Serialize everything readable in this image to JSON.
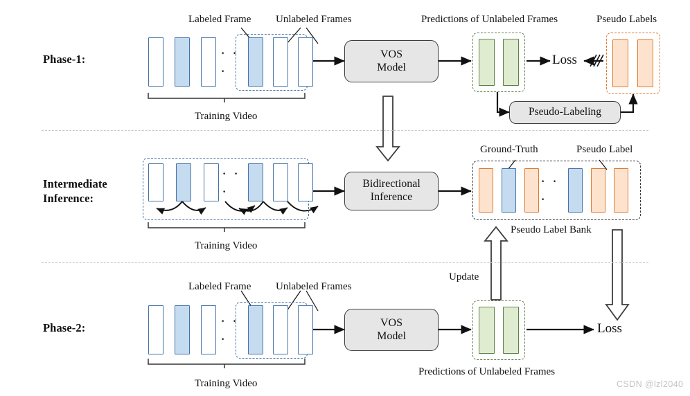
{
  "figure": {
    "watermark": "CSDN @lzl2040",
    "ellipsis": "· · ·"
  },
  "colors": {
    "frame_blue_border": "#4472a8",
    "frame_blue_fill": "#c5dbf0",
    "frame_white_fill": "#ffffff",
    "pred_green_border": "#5e8049",
    "pred_green_fill": "#dfeccf",
    "pseudo_orange_border": "#e0782a",
    "pseudo_orange_fill": "#fde3ce",
    "process_box_fill": "#e6e6e6",
    "process_box_border": "#3c3c3c",
    "divider": "#c9c9c9",
    "watermark": "#c3c3c3"
  },
  "phase1": {
    "label": "Phase-1:",
    "caption_labeled": "Labeled Frame",
    "caption_unlabeled": "Unlabeled Frames",
    "caption_training_video": "Training Video",
    "caption_predictions": "Predictions of Unlabeled Frames",
    "caption_pseudo_labels": "Pseudo Labels",
    "model_box": "VOS\nModel",
    "pseudo_labeling_box": "Pseudo-Labeling",
    "loss": "Loss",
    "frames": [
      {
        "kind": "white"
      },
      {
        "kind": "blue"
      },
      {
        "kind": "white"
      },
      {
        "kind": "ellipsis"
      },
      {
        "kind": "blue"
      },
      {
        "kind": "white"
      },
      {
        "kind": "white"
      }
    ],
    "predictions": [
      {
        "kind": "green"
      },
      {
        "kind": "green"
      }
    ],
    "pseudo_labels": [
      {
        "kind": "orange"
      },
      {
        "kind": "orange"
      }
    ]
  },
  "intermediate": {
    "label": "Intermediate\nInference:",
    "caption_training_video": "Training Video",
    "caption_ground_truth": "Ground-Truth",
    "caption_pseudo_label": "Pseudo Label",
    "caption_bank": "Pseudo Label Bank",
    "model_box": "Bidirectional\nInference",
    "frames": [
      {
        "kind": "white"
      },
      {
        "kind": "blue"
      },
      {
        "kind": "white"
      },
      {
        "kind": "ellipsis"
      },
      {
        "kind": "blue"
      },
      {
        "kind": "white"
      },
      {
        "kind": "white"
      }
    ],
    "bank": [
      {
        "kind": "orange"
      },
      {
        "kind": "blue"
      },
      {
        "kind": "orange"
      },
      {
        "kind": "ellipsis"
      },
      {
        "kind": "blue"
      },
      {
        "kind": "orange"
      },
      {
        "kind": "orange"
      }
    ]
  },
  "phase2": {
    "label": "Phase-2:",
    "caption_labeled": "Labeled Frame",
    "caption_unlabeled": "Unlabeled Frames",
    "caption_training_video": "Training Video",
    "caption_predictions": "Predictions of Unlabeled Frames",
    "caption_update": "Update",
    "model_box": "VOS\nModel",
    "loss": "Loss",
    "frames": [
      {
        "kind": "white"
      },
      {
        "kind": "blue"
      },
      {
        "kind": "white"
      },
      {
        "kind": "ellipsis"
      },
      {
        "kind": "blue"
      },
      {
        "kind": "white"
      },
      {
        "kind": "white"
      }
    ],
    "predictions": [
      {
        "kind": "green"
      },
      {
        "kind": "green"
      }
    ]
  }
}
